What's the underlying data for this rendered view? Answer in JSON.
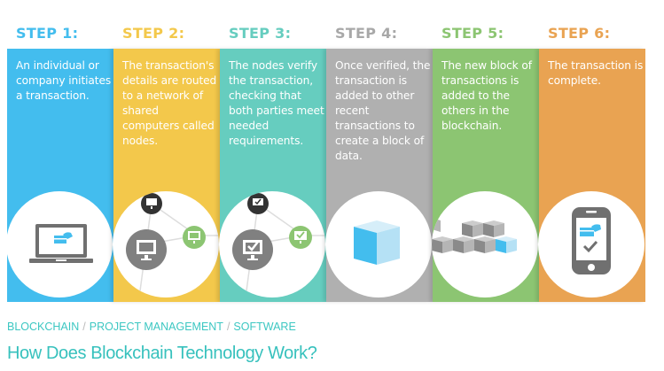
{
  "steps": [
    {
      "label": "STEP 1:",
      "text": "An individual or company initiates a transaction.",
      "color": "#43bdee",
      "label_color": "#43bdee",
      "icon": "laptop-payment-icon"
    },
    {
      "label": "STEP 2:",
      "text": "The transaction's details are routed to a network of shared computers called nodes.",
      "color": "#f3c84b",
      "label_color": "#f3c84b",
      "icon": "network-nodes-icon"
    },
    {
      "label": "STEP 3:",
      "text": "The nodes verify the transaction, checking that both parties meet needed requirements.",
      "color": "#66cdbf",
      "label_color": "#66cdbf",
      "icon": "verified-nodes-icon"
    },
    {
      "label": "STEP 4:",
      "text": "Once verified, the transaction is added to other recent transactions to create a block of data.",
      "color": "#b0b0b0",
      "label_color": "#a8a8a8",
      "icon": "data-block-icon"
    },
    {
      "label": "STEP 5:",
      "text": "The new block of transactions is added to the others in the blockchain.",
      "color": "#8cc572",
      "label_color": "#8cc572",
      "icon": "blockchain-icon"
    },
    {
      "label": "STEP 6:",
      "text": "The transaction is complete.",
      "color": "#e9a352",
      "label_color": "#e9a352",
      "icon": "phone-complete-icon"
    }
  ],
  "categories": [
    "BLOCKCHAIN",
    "PROJECT MANAGEMENT",
    "SOFTWARE"
  ],
  "category_separator": "/",
  "article_title": "How Does Blockchain Technology Work?",
  "accent_color": "#37c1bd"
}
